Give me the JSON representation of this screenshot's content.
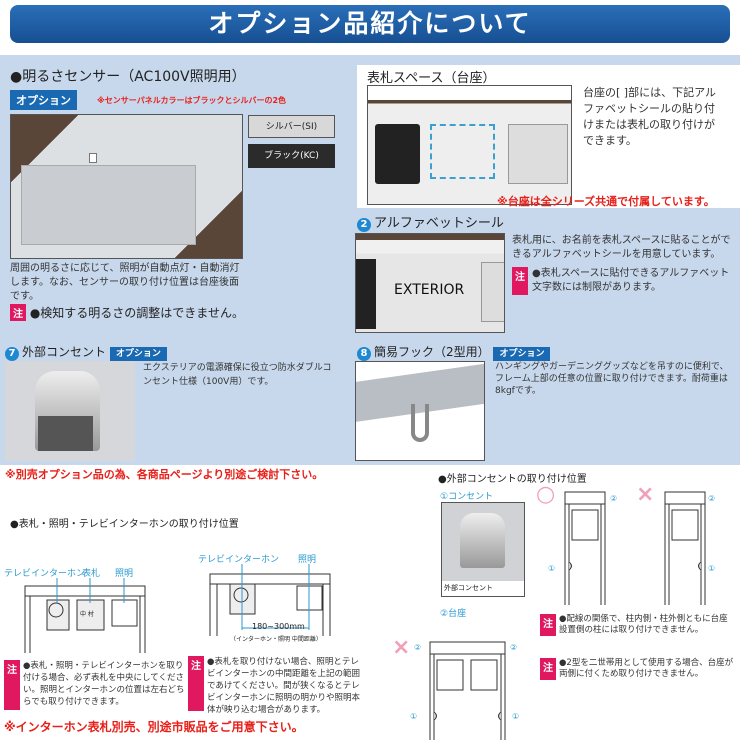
{
  "header": {
    "title": "オプション品紹介について"
  },
  "sensor": {
    "title": "●明るさセンサー（AC100V照明用）",
    "badge": "オプション",
    "color_note": "※センサーパネルカラーはブラックとシルバーの2色",
    "swatches": [
      {
        "label": "シルバー(SI)",
        "color": "#d8d8d8"
      },
      {
        "label": "ブラック(KC)",
        "color": "#2b2b2b"
      }
    ],
    "description": "周囲の明るさに応じて、照明が自動点灯・自動消灯します。なお、センサーの取り付け位置は台座後面です。",
    "note_mark": "注",
    "note": "●検知する明るさの調整はできません。"
  },
  "nameplate": {
    "title": "表札スペース（台座）",
    "description": "台座の[ ]部には、下記アルファベットシールの貼り付けまたは表札の取り付けができます。",
    "note": "※台座は全シリーズ共通で付属しています。"
  },
  "alphabet": {
    "num": "2",
    "title": "アルファベットシール",
    "sample": "EXTERIOR",
    "description": "表札用に、お名前を表札スペースに貼ることができるアルファベットシールを用意しています。",
    "note_mark": "注",
    "note": "●表札スペースに貼付できるアルファベット文字数には制限があります。"
  },
  "outlet": {
    "num": "7",
    "title": "外部コンセント",
    "badge": "オプション",
    "description": "エクステリアの電源確保に役立つ防水ダブルコンセント仕様（100V用）です。"
  },
  "hook": {
    "num": "8",
    "title": "簡易フック（2型用）",
    "badge": "オプション",
    "description": "ハンギングやガーデニンググッズなどを吊すのに便利で、フレーム上部の任意の位置に取り付けできます。耐荷重は8kgfです。"
  },
  "separate_note": "※別売オプション品の為、各商品ページより別途ご検討下さい。",
  "mounting": {
    "title": "●表札・照明・テレビインターホンの取り付け位置",
    "labels": {
      "intercom": "テレビインターホン",
      "nameplate": "表札",
      "light": "照明",
      "name_sample": "中 村",
      "distance": "180~300mm",
      "distance_caption": "（インターホン・照明 中間距離）"
    },
    "note1": "●表札・照明・テレビインターホンを取り付ける場合、必ず表札を中央にしてください。照明とインターホンの位置は左右どちらでも取り付けできます。",
    "note2": "●表札を取り付けない場合、照明とテレビインターホンの中間距離を上記の範囲であけてください。間が狭くなるとテレビインターホンに照明の明かりや照明本体が映り込む場合があります。",
    "note_mark": "注"
  },
  "outlet_position": {
    "title": "●外部コンセントの取り付け位置",
    "label1": "①コンセント",
    "photo_caption": "外部コンセント",
    "label2": "②台座",
    "ok": "○",
    "ng": "×",
    "m1": "①",
    "m2": "②",
    "note1": "●配線の関係で、柱内側・柱外側ともに台座設置側の柱には取り付けできません。",
    "note2": "●2型を二世帯用として使用する場合、台座が両側に付くため取り付けできません。",
    "note_mark": "注"
  },
  "intercom_note": "※インターホン表札別売、別途市販品をご用意下さい。"
}
